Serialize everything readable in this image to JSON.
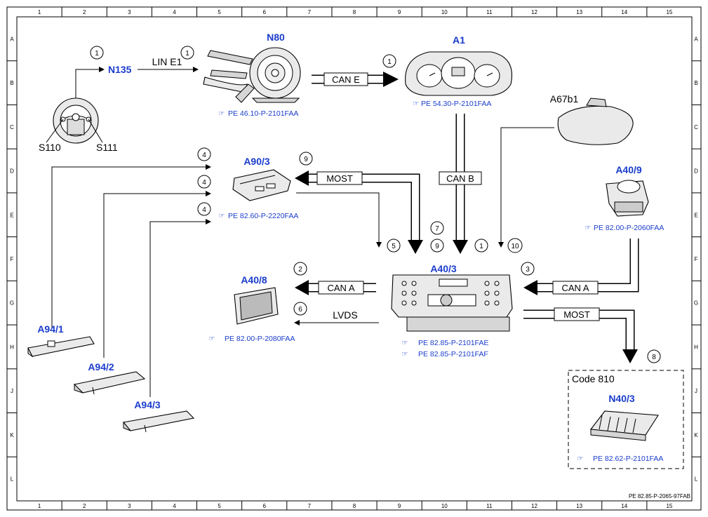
{
  "grid": {
    "columns": [
      "1",
      "2",
      "3",
      "4",
      "5",
      "6",
      "7",
      "8",
      "9",
      "10",
      "11",
      "12",
      "13",
      "14",
      "15"
    ],
    "rows": [
      "A",
      "B",
      "C",
      "D",
      "E",
      "F",
      "G",
      "H",
      "J",
      "K",
      "L"
    ]
  },
  "components": {
    "n80": {
      "label": "N80",
      "ref": "PE 46.10-P-2101FAA"
    },
    "a1": {
      "label": "A1",
      "ref": "PE 54.30-P-2101FAA"
    },
    "n135": {
      "label": "N135"
    },
    "s110": {
      "label": "S110"
    },
    "s111": {
      "label": "S111"
    },
    "a67b1": {
      "label": "A67b1"
    },
    "a90_3": {
      "label": "A90/3",
      "ref": "PE 82.60-P-2220FAA"
    },
    "a40_9": {
      "label": "A40/9",
      "ref": "PE 82.00-P-2060FAA"
    },
    "a40_3": {
      "label": "A40/3",
      "ref1": "PE 82.85-P-2101FAE",
      "ref2": "PE 82.85-P-2101FAF"
    },
    "a40_8": {
      "label": "A40/8",
      "ref": "PE 82.00-P-2080FAA"
    },
    "a94_1": {
      "label": "A94/1"
    },
    "a94_2": {
      "label": "A94/2"
    },
    "a94_3": {
      "label": "A94/3"
    },
    "n40_3": {
      "label": "N40/3",
      "ref": "PE 82.62-P-2101FAA",
      "code": "Code 810"
    }
  },
  "buses": {
    "lin_e1": "LIN E1",
    "can_e": "CAN E",
    "can_b": "CAN B",
    "most_top": "MOST",
    "most_right": "MOST",
    "can_a_left": "CAN A",
    "can_a_right": "CAN A",
    "lvds": "LVDS"
  },
  "signals": {
    "n135_in": "1",
    "n135_out": "1",
    "can_e": "1",
    "a90_1": "4",
    "a90_2": "4",
    "a90_3": "4",
    "most_a90": "9",
    "in_5": "5",
    "in_7": "7",
    "in_9": "9",
    "in_1": "1",
    "in_10": "10",
    "can_a_a40_8": "2",
    "lvds": "6",
    "can_a_a40_9": "3",
    "most_n40": "8"
  },
  "footer": {
    "doc_id": "PE 82.85-P-2065-97FAB"
  },
  "colors": {
    "label_blue": "#1a3ccc",
    "line": "#000000"
  }
}
